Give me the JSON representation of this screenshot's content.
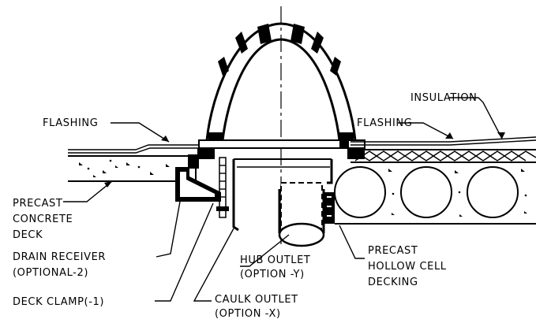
{
  "labels": {
    "insulation": "INSULATION",
    "flashing_left": "FLASHING",
    "flashing_right": "FLASHING",
    "precast_concrete_deck": [
      "PRECAST",
      "CONCRETE",
      "DECK"
    ],
    "drain_receiver": [
      "DRAIN RECEIVER",
      "(OPTIONAL-2)"
    ],
    "deck_clamp": "DECK CLAMP(-1)",
    "hub_outlet": [
      "HUB OUTLET",
      "(OPTION -Y)"
    ],
    "caulk_outlet": [
      "CAULK OUTLET",
      "(OPTION -X)"
    ],
    "precast_hollow_cell": [
      "PRECAST",
      "HOLLOW CELL",
      "DECKING"
    ]
  }
}
